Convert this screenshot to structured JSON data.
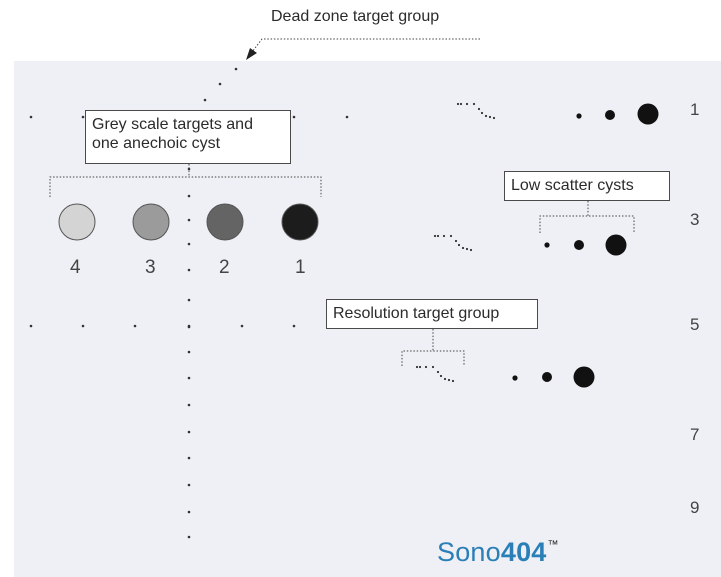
{
  "labels": {
    "dead_zone": "Dead zone target group",
    "grey_scale": "Grey scale targets and",
    "grey_scale_line2": "one anechoic cyst",
    "low_scatter": "Low scatter cysts",
    "resolution": "Resolution target group"
  },
  "depth_markers": [
    "1",
    "3",
    "5",
    "7",
    "9"
  ],
  "grey_targets": [
    "4",
    "3",
    "2",
    "1"
  ],
  "grey_target_fills": [
    "#d4d4d4",
    "#9b9b9b",
    "#646464",
    "#1c1c1c"
  ],
  "brand": {
    "prefix": "Sono",
    "number": "404",
    "trademark": "™"
  },
  "colors": {
    "panel": "#eef0f5",
    "brand_blue": "#2a7fb6",
    "dots": "#333333"
  }
}
